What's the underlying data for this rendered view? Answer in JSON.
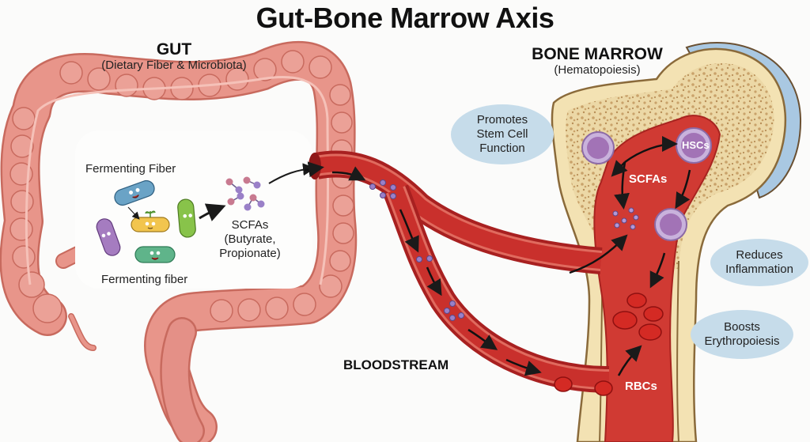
{
  "title": "Gut-Bone Marrow Axis",
  "gut": {
    "heading": "GUT",
    "subheading": "(Dietary Fiber & Microbiota)",
    "labels": {
      "fermenting_fiber_top": "Fermenting Fiber",
      "fermenting_fiber_bottom": "Fermenting fiber",
      "scfas_line1": "SCFAs",
      "scfas_line2": "(Butyrate,",
      "scfas_line3": "Propionate)"
    },
    "bacteria": [
      {
        "color": "#6aa3c6",
        "name": "blue-bacterium"
      },
      {
        "color": "#f2c54e",
        "name": "yellow-bacterium"
      },
      {
        "color": "#88c34a",
        "name": "green-bacterium"
      },
      {
        "color": "#a57cc0",
        "name": "purple-bacterium"
      },
      {
        "color": "#5fb48a",
        "name": "teal-bacterium"
      }
    ]
  },
  "bloodstream": {
    "label": "BLOODSTREAM"
  },
  "bone_marrow": {
    "heading": "BONE MARROW",
    "subheading": "(Hematopoiesis)",
    "labels": {
      "hscs": "HSCs",
      "scfas": "SCFAs",
      "rbcs": "RBCs"
    }
  },
  "effects": [
    {
      "line1": "Promotes",
      "line2": "Stem Cell",
      "line3": "Function"
    },
    {
      "line1": "Reduces",
      "line2": "Inflammation"
    },
    {
      "line1": "Boosts",
      "line2": "Erythropoiesis"
    }
  ],
  "colors": {
    "gut": "#e8958a",
    "gut_outline": "#c86a5e",
    "vessel": "#c9302c",
    "vessel_dark": "#a82020",
    "bone": "#f3e2b3",
    "bone_outline": "#8a6a3a",
    "cartilage": "#a9c8e2",
    "marrow": "#d03a33",
    "cell": "#a273b6",
    "bubble": "#c6dcea"
  }
}
